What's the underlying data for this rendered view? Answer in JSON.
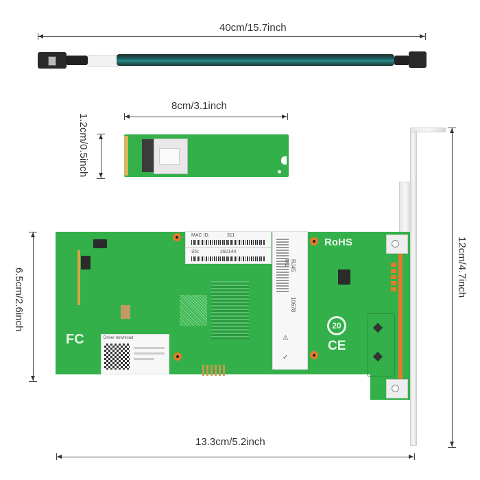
{
  "image": {
    "subject": "PCIe network adapter card with M.2 adapter and Mini-SAS cable",
    "background_color": "#ffffff"
  },
  "dimensions": {
    "cable_length": "40cm/15.7inch",
    "m2_length": "8cm/3.1inch",
    "m2_width": "1.2cm/0.5inch",
    "card_height": "6.5cm/2.6inch",
    "card_length": "13.3cm/5.2inch",
    "bracket_height": "12cm/4.7inch"
  },
  "card_labels": {
    "mac_label": "MAC ID:",
    "mac_value_visible": "311",
    "sn_label": "SN:",
    "sn_value_visible": "260144",
    "rohs": "RoHS",
    "ce": "CE",
    "fcc": "FC",
    "eco_badge": "20",
    "driver_label": "Driver download:",
    "side_sticker_text": "RJ45 M2",
    "side_sticker_code": "10678"
  },
  "colors": {
    "pcb_green": "#33b04a",
    "cable_teal": "#1e6a6a",
    "mounting_orange": "#e47b2a",
    "bracket_silver": "#e6e6e6"
  }
}
